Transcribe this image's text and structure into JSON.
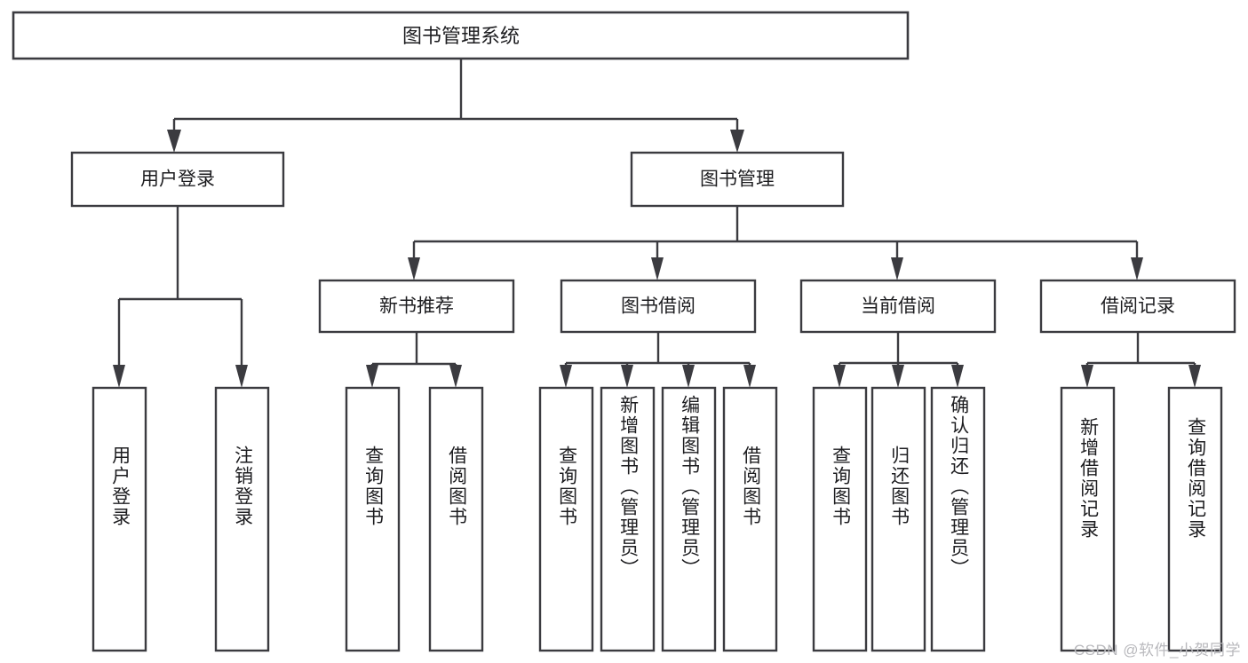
{
  "diagram": {
    "type": "tree-hierarchy-chart",
    "title": "图书管理系统",
    "background_color": "#ffffff",
    "line_color": "#3b3b40",
    "text_color": "#1d1d20",
    "root": {
      "label": "图书管理系统"
    },
    "level2": [
      {
        "label": "用户登录"
      },
      {
        "label": "图书管理"
      }
    ],
    "level3": [
      {
        "label": "新书推荐"
      },
      {
        "label": "图书借阅"
      },
      {
        "label": "当前借阅"
      },
      {
        "label": "借阅记录"
      }
    ],
    "leaves": {
      "user_login": [
        {
          "label": "用户登录"
        },
        {
          "label": "注销登录"
        }
      ],
      "new_book_recommend": [
        {
          "label": "查询图书"
        },
        {
          "label": "借阅图书"
        }
      ],
      "book_borrow": [
        {
          "label": "查询图书"
        },
        {
          "label": "新增图书（管理员）"
        },
        {
          "label": "编辑图书（管理员）"
        },
        {
          "label": "借阅图书"
        }
      ],
      "current_borrow": [
        {
          "label": "查询图书"
        },
        {
          "label": "归还图书"
        },
        {
          "label": "确认归还（管理员）"
        }
      ],
      "borrow_record": [
        {
          "label": "新增借阅记录"
        },
        {
          "label": "查询借阅记录"
        }
      ]
    },
    "watermark": "CSDN @软件_小贺同学"
  }
}
